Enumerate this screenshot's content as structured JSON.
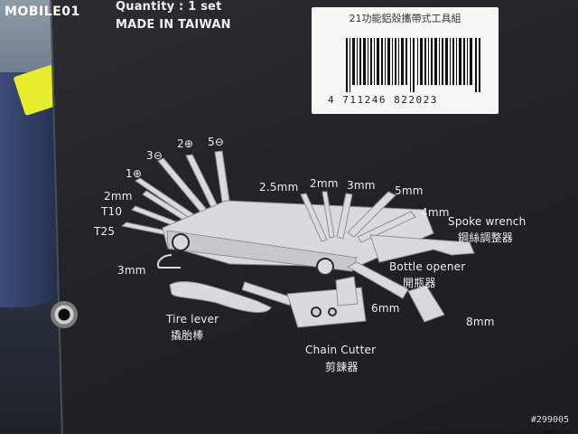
{
  "watermark": "MOBILE01",
  "photo_id": "#299005",
  "header": {
    "quantity": "Quantity : 1 set",
    "origin": "MADE IN TAIWAN"
  },
  "barcode": {
    "title": "21功能鋁殼攜帶式工具組",
    "number": "4 711246 822023"
  },
  "tool_labels": {
    "phillips_1": "1⊕",
    "slot_3": "3⊖",
    "phillips_2": "2⊕",
    "slot_5": "5⊖",
    "hex_2mm_left": "2mm",
    "torx_t10": "T10",
    "torx_t25": "T25",
    "hex_3mm_left": "3mm",
    "hex_2_5mm": "2.5mm",
    "hex_2mm": "2mm",
    "hex_3mm": "3mm",
    "hex_5mm": "5mm",
    "hex_4mm": "4mm",
    "hex_6mm": "6mm",
    "socket_8mm": "8mm",
    "spoke_wrench_en": "Spoke wrench",
    "spoke_wrench_zh": "鋼絲調整器",
    "bottle_opener_en": "Bottle opener",
    "bottle_opener_zh": "開瓶器",
    "tire_lever_en": "Tire lever",
    "tire_lever_zh": "撬胎棒",
    "chain_cutter_en": "Chain Cutter",
    "chain_cutter_zh": "剪鍊器"
  }
}
